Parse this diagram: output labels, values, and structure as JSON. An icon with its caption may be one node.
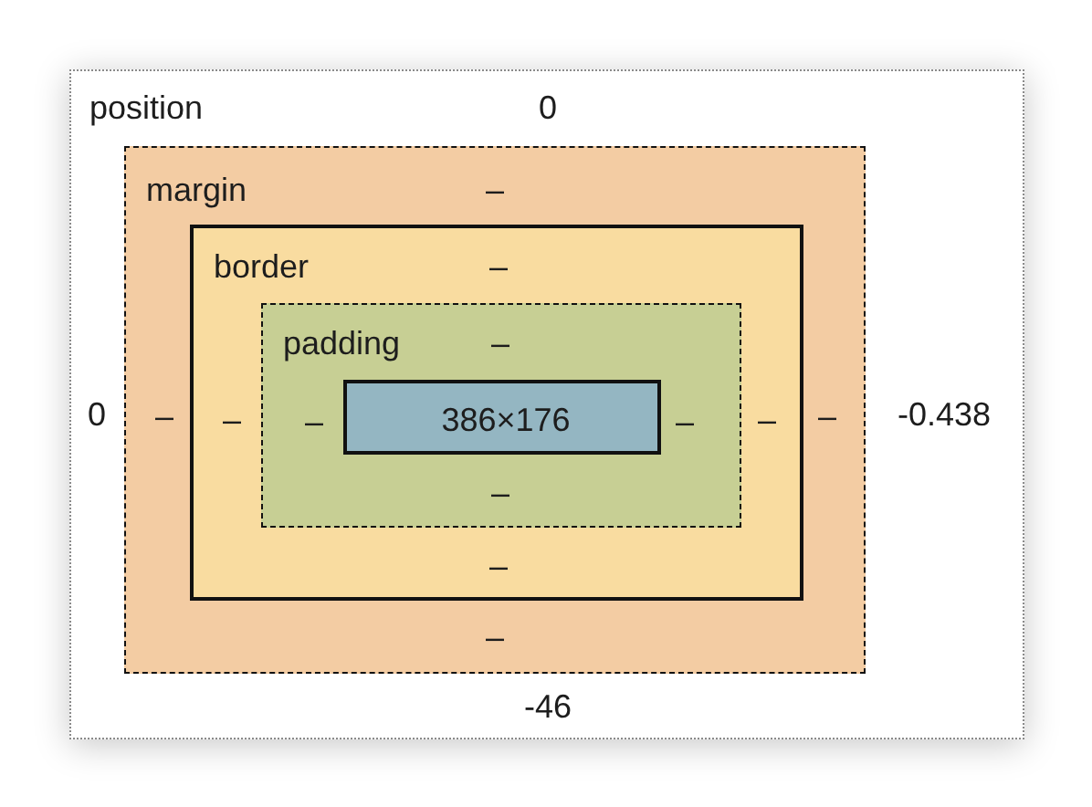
{
  "diagram": {
    "nodes": [
      {
        "text": [
          "position",
          "0",
          "0",
          "-0.438",
          "-46"
        ]
      },
      {
        "text": [
          "margin",
          "–",
          "–",
          "–",
          "–"
        ],
        "in": 0
      },
      {
        "text": [
          "border",
          "–",
          "–",
          "–",
          "–"
        ],
        "in": 1
      },
      {
        "text": [
          "padding",
          "–",
          "–",
          "–",
          "–"
        ],
        "in": 2
      },
      {
        "text": [
          "386×176"
        ],
        "in": 3
      }
    ]
  }
}
